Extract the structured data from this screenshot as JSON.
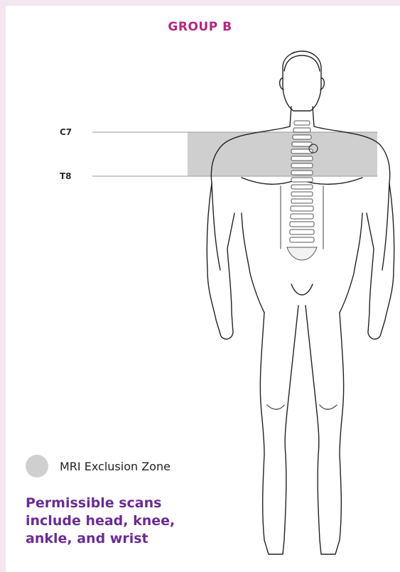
{
  "header": {
    "title": "GROUP B"
  },
  "levels": {
    "upper": "C7",
    "lower": "T8"
  },
  "legend": {
    "label": "MRI Exclusion Zone",
    "swatch_color": "#cfcfcf"
  },
  "note": {
    "text": "Permissible scans include head, knee, ankle, and wrist"
  },
  "colors": {
    "title": "#b0277f",
    "note": "#6a2c91",
    "background": "#f3e6f0"
  }
}
